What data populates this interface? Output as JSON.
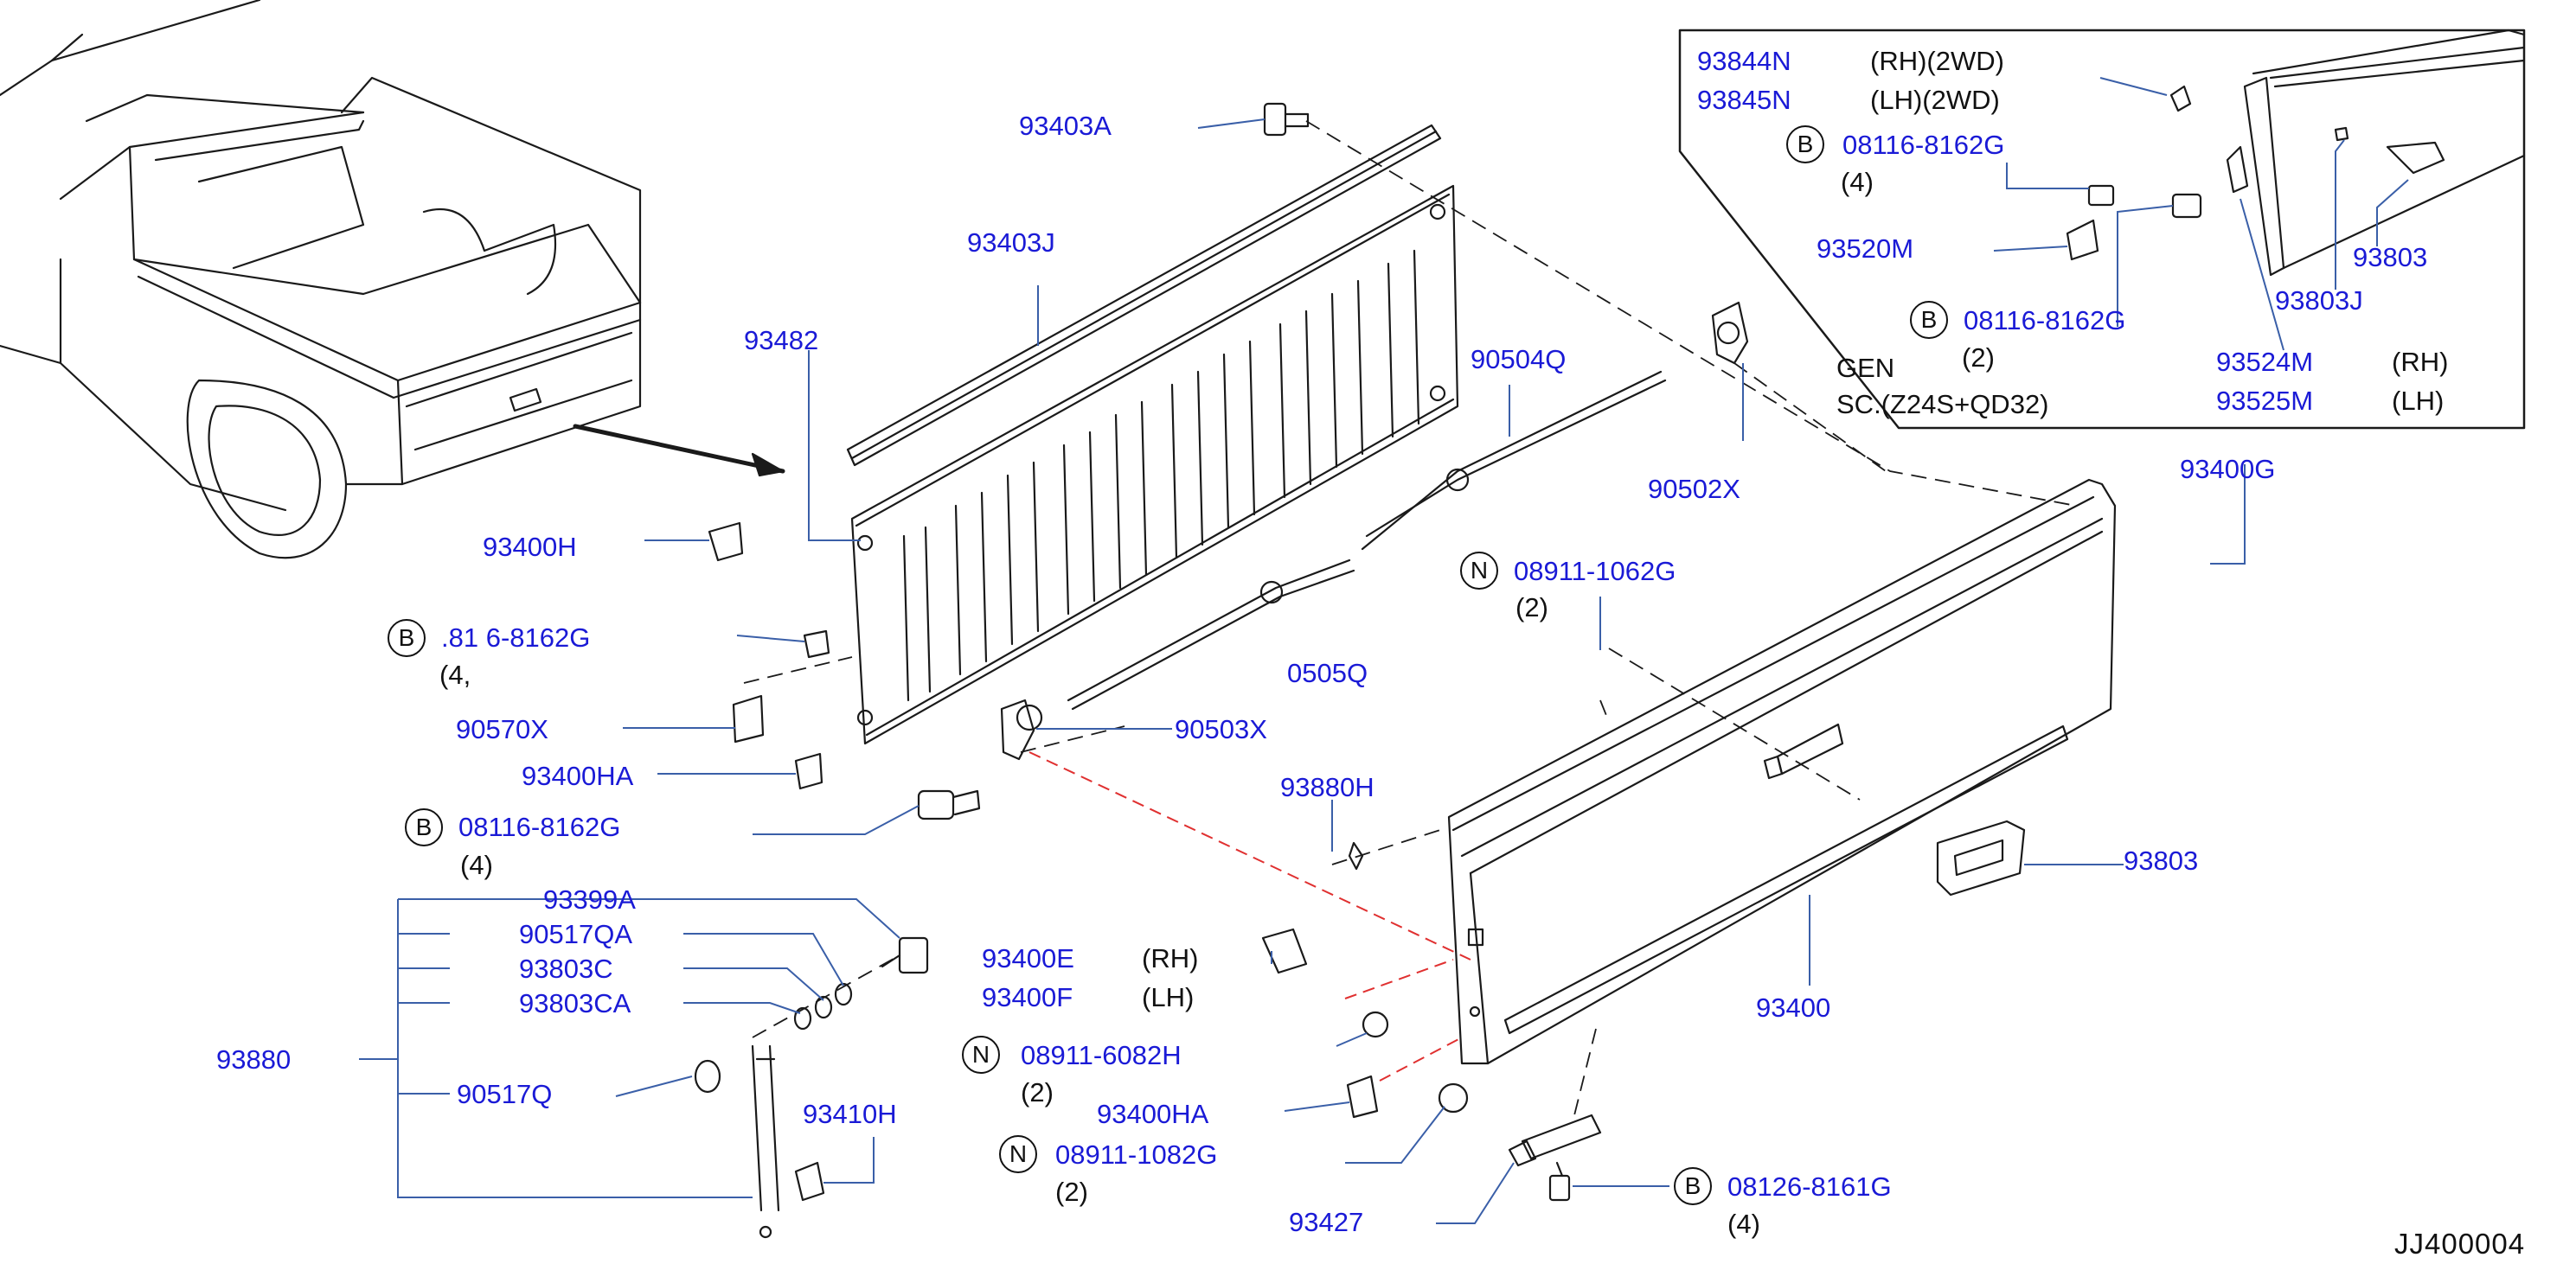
{
  "diagram_code": "JJ400004",
  "inset": {
    "labels": {
      "p93844N": "93844N",
      "p93844N_note": "(RH)(2WD)",
      "p93845N": "93845N",
      "p93845N_note": "(LH)(2WD)",
      "b1_symbol": "B",
      "b1_code": "08116-8162G",
      "b1_qty": "(4)",
      "p93520M": "93520M",
      "b2_symbol": "B",
      "b2_code": "08116-8162G",
      "b2_qty": "(2)",
      "gen": "GEN",
      "sc": "SC.(Z24S+QD32)",
      "p93803": "93803",
      "p93803J": "93803J",
      "p93524M": "93524M",
      "p93524M_note": "(RH)",
      "p93525M": "93525M",
      "p93525M_note": "(LH)"
    }
  },
  "parts": {
    "p93403A": "93403A",
    "p93403J": "93403J",
    "p93482": "93482",
    "p90504Q": "90504Q",
    "p90502X": "90502X",
    "p93400G": "93400G",
    "p93400H": "93400H",
    "b_top_symbol": "B",
    "b_top_code": ".81  6-8162G",
    "b_top_qty": "(4,",
    "p90505Q": "0505Q",
    "n1_symbol": "N",
    "n1_code": "08911-1062G",
    "n1_qty": "(2)",
    "p90570X": "90570X",
    "p90503X": "90503X",
    "p93400HA_top": "93400HA",
    "b_mid_symbol": "B",
    "b_mid_code": "08116-8162G",
    "b_mid_qty": "(4)",
    "p93880H": "93880H",
    "p93803": "93803",
    "p93399A": "93399A",
    "p90517QA": "90517QA",
    "p93803C": "93803C",
    "p93803CA": "93803CA",
    "p93400E": "93400E",
    "p93400E_note": "(RH)",
    "p93400F": "93400F",
    "p93400F_note": "(LH)",
    "p93400": "93400",
    "p93880": "93880",
    "n2_symbol": "N",
    "n2_code": "08911-6082H",
    "n2_qty": "(2)",
    "p90517Q": "90517Q",
    "p93410H": "93410H",
    "p93400HA_bot": "93400HA",
    "n3_symbol": "N",
    "n3_code": "08911-1082G",
    "n3_qty": "(2)",
    "b_bot_symbol": "B",
    "b_bot_code": "08126-8161G",
    "b_bot_qty": "(4)",
    "p93427": "93427"
  },
  "colors": {
    "callout": "#1a1ad6",
    "line": "#1a1a1a",
    "leader": "#3a5fa8",
    "alignment": "#e03030"
  }
}
